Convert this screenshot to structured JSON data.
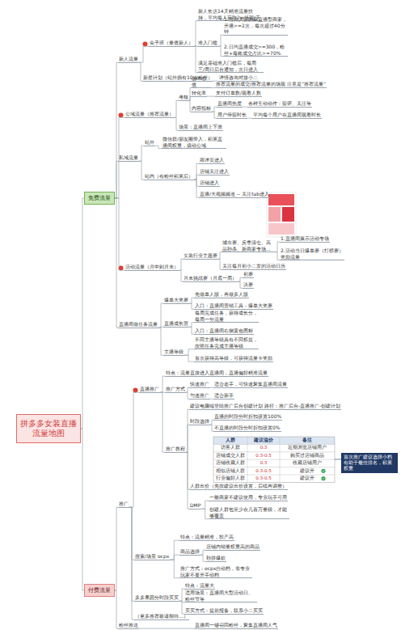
{
  "diagram": {
    "nodes": [
      {
        "text": [
          "拼多多女装直播流量地图"
        ]
      },
      {
        "text": [
          "免费流量"
        ]
      },
      {
        "text": [
          "新人流量"
        ]
      },
      {
        "text": [
          "尖子班（量值新人）"
        ]
      },
      {
        "text": [
          "新人长达14天精准流量扶持，平均每人获取2w场观/天"
        ]
      },
      {
        "text": [
          "准入门槛"
        ]
      },
      {
        "text": [
          "1.当月入驻的新直播型商家，开播>=2次，每次超过40分钟"
        ]
      },
      {
        "text": [
          "2.日均直播成交>=300，粉丝+每账成交占比>=70%"
        ]
      },
      {
        "text": [
          "满足基础准入门槛后，每周三/周日后台通知，次日进入"
        ]
      },
      {
        "text": [
          "新星计划（站外拥有10W粉丝）"
        ]
      },
      {
        "text": [
          "详情咨询对接小二"
        ]
      },
      {
        "text": [
          "公域流量（推荐流量）"
        ]
      },
      {
        "text": [
          "考核"
        ]
      },
      {
        "text": [
          "gpm价值"
        ]
      },
      {
        "text": [
          "推荐流量的成交/推荐流量的场观   注意是“推荐流量”"
        ]
      },
      {
        "text": [
          "转化率"
        ]
      },
      {
        "text": [
          "支付订单数/观看人数"
        ]
      },
      {
        "text": [
          "内容指标"
        ]
      },
      {
        "text": [
          "直播间热度"
        ]
      },
      {
        "text": [
          "各种互动动作：留评、关注等"
        ]
      },
      {
        "text": [
          "用户停留时长"
        ]
      },
      {
        "text": [
          "平均每个用户在直播间观看时长"
        ]
      },
      {
        "text": [
          "场景：直播间上下滑"
        ]
      },
      {
        "text": [
          "私域流量"
        ]
      },
      {
        "text": [
          "站外"
        ]
      },
      {
        "text": [
          "微信群/朋友圈带入，积累直播间权重，撬动公域"
        ]
      },
      {
        "text": [
          "站内（有粉丝积累后）"
        ]
      },
      {
        "text": [
          "商详页进入"
        ]
      },
      {
        "text": [
          "店铺关注进入"
        ]
      },
      {
        "text": [
          "店铺进入"
        ]
      },
      {
        "text": [
          "直播/大视频频道 -- 关注tab进入"
        ]
      },
      {
        "text": [
          "活动流量（月中到月末）"
        ]
      },
      {
        "text": [
          "女装行业主题赛"
        ]
      },
      {
        "text": [
          "城市赛、反季清仓、高品秒杀、新商家专场..."
        ]
      },
      {
        "text": [
          "1.直播间展示活动专场"
        ]
      },
      {
        "text": [
          "2.活动当日爆单赛（打榜赛）奖励流量"
        ]
      },
      {
        "text": [
          "关注每月初小二发的活动日历"
        ]
      },
      {
        "text": [
          "月末挑战赛（月底一周）"
        ]
      },
      {
        "text": [
          "初赛"
        ]
      },
      {
        "text": [
          "决赛"
        ]
      },
      {
        "text": [
          "直播间做任务流量"
        ]
      },
      {
        "text": [
          "爆单大奖赛"
        ]
      },
      {
        "text": [
          "先做单人版，再做多人版"
        ]
      },
      {
        "text": [
          "入口：直播间营销工具 - 爆单大奖赛"
        ]
      },
      {
        "text": [
          "直播成长营"
        ]
      },
      {
        "text": [
          "每周完成任务，获得成长分，每周一分流量"
        ]
      },
      {
        "text": [
          "入口：直播间右侧黄色图标"
        ]
      },
      {
        "text": [
          "主播等级"
        ]
      },
      {
        "text": [
          "不同主播等级具有不同权益，按照任务完成主播等级"
        ]
      },
      {
        "text": [
          "首次获得高等级，可获得流量卡奖励"
        ]
      },
      {
        "text": [
          "付费流量"
        ]
      },
      {
        "text": [
          "推广"
        ]
      },
      {
        "text": [
          "直播推广"
        ]
      },
      {
        "text": [
          "特点：流量直接进入直播间，直播偏好精准流量"
        ]
      },
      {
        "text": [
          "推广方式"
        ]
      },
      {
        "text": [
          "快速推广"
        ]
      },
      {
        "text": [
          "适合老手，可快速聚集直播间流量"
        ]
      },
      {
        "text": [
          "匀速推广"
        ]
      },
      {
        "text": [
          "适合新手"
        ]
      },
      {
        "text": [
          "推广教程"
        ]
      },
      {
        "text": [
          "建议电脑端登陆推广后台创建计划   路径：推广后台-直播推广-创建计划"
        ]
      },
      {
        "text": [
          "时段选择"
        ]
      },
      {
        "text": [
          "直播的时段分时折扣设置100%"
        ]
      },
      {
        "text": [
          "不直播的时段分时折扣设置0%"
        ]
      },
      {
        "text": [
          "人群出价（先按建议出价设置，后续再调整）"
        ]
      },
      {
        "text": [
          "DMP"
        ]
      },
      {
        "text": [
          "一般商家不建议使用，专业玩手可用"
        ]
      },
      {
        "text": [
          "创建人群包至少在几百万量级，才能够覆盖"
        ]
      },
      {
        "text": [
          "首次推广建议选择小档 有助于最佳排名，积累权重"
        ]
      },
      {
        "text": [
          "搜索/场景 ocpx"
        ]
      },
      {
        "text": [
          "特点：流量精准，投产高"
        ]
      },
      {
        "text": [
          "商品选择"
        ]
      },
      {
        "text": [
          "店铺内销量权重高的商品"
        ]
      },
      {
        "text": [
          "秒拼爆款"
        ]
      },
      {
        "text": [
          "推广方式：ocpx自动档，非专业玩家不要开手动档"
        ]
      },
      {
        "text": [
          "多多果园分时段买买"
        ]
      },
      {
        "text": [
          "特点：流量大"
        ]
      },
      {
        "text": [
          "适用场景：直播间大型活动日、粉丝节等"
        ]
      },
      {
        "text": [
          "买买方式：提前报备，联系小二买买"
        ]
      },
      {
        "text": [
          "（更多推荐敬请期待...）"
        ]
      },
      {
        "text": [
          "粉丝推送"
        ]
      },
      {
        "text": [
          "直播间一键召回粉丝，聚集直播间人气"
        ]
      }
    ],
    "edges": [
      {
        "from": 0,
        "to": 1,
        "arrow": "none"
      },
      {
        "from": 0,
        "to": 50,
        "arrow": "none"
      },
      {
        "from": 1,
        "to": 2,
        "arrow": "none"
      },
      {
        "from": 1,
        "to": 11,
        "arrow": "none"
      },
      {
        "from": 1,
        "to": 23,
        "arrow": "none"
      },
      {
        "from": 1,
        "to": 31,
        "arrow": "none"
      },
      {
        "from": 1,
        "to": 40,
        "arrow": "none"
      },
      {
        "from": 2,
        "to": 3,
        "arrow": "none"
      },
      {
        "from": 2,
        "to": 9,
        "arrow": "none"
      },
      {
        "from": 3,
        "to": 4,
        "arrow": "none"
      },
      {
        "from": 3,
        "to": 5,
        "arrow": "none"
      },
      {
        "from": 3,
        "to": 8,
        "arrow": "none"
      },
      {
        "from": 5,
        "to": 6,
        "arrow": "none"
      },
      {
        "from": 5,
        "to": 7,
        "arrow": "none"
      },
      {
        "from": 9,
        "to": 10,
        "arrow": "none"
      },
      {
        "from": 11,
        "to": 12,
        "arrow": "none"
      },
      {
        "from": 11,
        "to": 22,
        "arrow": "none"
      },
      {
        "from": 12,
        "to": 13,
        "arrow": "none"
      },
      {
        "from": 12,
        "to": 15,
        "arrow": "none"
      },
      {
        "from": 12,
        "to": 17,
        "arrow": "none"
      },
      {
        "from": 13,
        "to": 14,
        "arrow": "none"
      },
      {
        "from": 15,
        "to": 16,
        "arrow": "none"
      },
      {
        "from": 17,
        "to": 18,
        "arrow": "none"
      },
      {
        "from": 17,
        "to": 20,
        "arrow": "none"
      },
      {
        "from": 18,
        "to": 19,
        "arrow": "none"
      },
      {
        "from": 20,
        "to": 21,
        "arrow": "none"
      },
      {
        "from": 23,
        "to": 24,
        "arrow": "none"
      },
      {
        "from": 23,
        "to": 26,
        "arrow": "none"
      },
      {
        "from": 24,
        "to": 25,
        "arrow": "none"
      },
      {
        "from": 26,
        "to": 27,
        "arrow": "none"
      },
      {
        "from": 26,
        "to": 28,
        "arrow": "none"
      },
      {
        "from": 26,
        "to": 29,
        "arrow": "none"
      },
      {
        "from": 26,
        "to": 30,
        "arrow": "none"
      },
      {
        "from": 31,
        "to": 32,
        "arrow": "none"
      },
      {
        "from": 31,
        "to": 37,
        "arrow": "none"
      },
      {
        "from": 32,
        "to": 33,
        "arrow": "none"
      },
      {
        "from": 32,
        "to": 36,
        "arrow": "none"
      },
      {
        "from": 33,
        "to": 34,
        "arrow": "none"
      },
      {
        "from": 33,
        "to": 35,
        "arrow": "none"
      },
      {
        "from": 37,
        "to": 38,
        "arrow": "none"
      },
      {
        "from": 37,
        "to": 39,
        "arrow": "none"
      },
      {
        "from": 40,
        "to": 41,
        "arrow": "none"
      },
      {
        "from": 40,
        "to": 44,
        "arrow": "none"
      },
      {
        "from": 40,
        "to": 47,
        "arrow": "none"
      },
      {
        "from": 41,
        "to": 42,
        "arrow": "none"
      },
      {
        "from": 41,
        "to": 43,
        "arrow": "none"
      },
      {
        "from": 44,
        "to": 45,
        "arrow": "none"
      },
      {
        "from": 44,
        "to": 46,
        "arrow": "none"
      },
      {
        "from": 47,
        "to": 48,
        "arrow": "none"
      },
      {
        "from": 47,
        "to": 49,
        "arrow": "none"
      },
      {
        "from": 50,
        "to": 51,
        "arrow": "none"
      },
      {
        "from": 50,
        "to": 80,
        "arrow": "none"
      },
      {
        "from": 51,
        "to": 52,
        "arrow": "none"
      },
      {
        "from": 51,
        "to": 69,
        "arrow": "none"
      },
      {
        "from": 51,
        "to": 75,
        "arrow": "none"
      },
      {
        "from": 51,
        "to": 79,
        "arrow": "none"
      },
      {
        "from": 52,
        "to": 53,
        "arrow": "none"
      },
      {
        "from": 52,
        "to": 54,
        "arrow": "none"
      },
      {
        "from": 52,
        "to": 59,
        "arrow": "none"
      },
      {
        "from": 54,
        "to": 55,
        "arrow": "none"
      },
      {
        "from": 54,
        "to": 57,
        "arrow": "none"
      },
      {
        "from": 55,
        "to": 56,
        "arrow": "none"
      },
      {
        "from": 57,
        "to": 58,
        "arrow": "none"
      },
      {
        "from": 59,
        "to": 60,
        "arrow": "none"
      },
      {
        "from": 59,
        "to": 61,
        "arrow": "none"
      },
      {
        "from": 59,
        "to": 64,
        "arrow": "none"
      },
      {
        "from": 59,
        "to": 65,
        "arrow": "none"
      },
      {
        "from": 61,
        "to": 62,
        "arrow": "none"
      },
      {
        "from": 61,
        "to": 63,
        "arrow": "none"
      },
      {
        "from": 65,
        "to": 66,
        "arrow": "none"
      },
      {
        "from": 65,
        "to": 67,
        "arrow": "none"
      },
      {
        "from": 69,
        "to": 70,
        "arrow": "none"
      },
      {
        "from": 69,
        "to": 71,
        "arrow": "none"
      },
      {
        "from": 69,
        "to": 74,
        "arrow": "none"
      },
      {
        "from": 71,
        "to": 72,
        "arrow": "none"
      },
      {
        "from": 71,
        "to": 73,
        "arrow": "none"
      },
      {
        "from": 75,
        "to": 76,
        "arrow": "none"
      },
      {
        "from": 75,
        "to": 77,
        "arrow": "none"
      },
      {
        "from": 75,
        "to": 78,
        "arrow": "none"
      },
      {
        "from": 80,
        "to": 81,
        "arrow": "none"
      }
    ],
    "labels": [
      "人群",
      "建议溢价",
      "备注",
      "访客人群",
      "0.3",
      "近期浏览店铺用户",
      "店铺成交人群",
      "0.3-0.5",
      "购买过店铺商品",
      "店铺收藏人群",
      "0.3",
      "收藏店铺用户",
      "相似店铺人群",
      "0.3-0.5",
      "建议开",
      "行业偏好人群",
      "0.3-0.5",
      "建议开"
    ]
  }
}
